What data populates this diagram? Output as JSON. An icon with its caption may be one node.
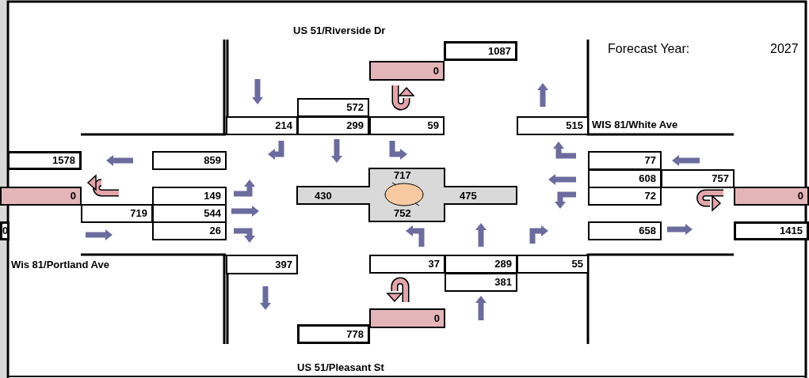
{
  "diagram": {
    "labels": [
      "US 51/Riverside Dr",
      "1087",
      "Forecast Year:",
      "2027",
      "0",
      "572",
      "214",
      "299",
      "59",
      "515",
      "WIS 81/White Ave",
      "1578",
      "859",
      "77",
      "717",
      "608",
      "757",
      "0",
      "149",
      "430",
      "475",
      "72",
      "0",
      "719",
      "544",
      "752",
      "0",
      "26",
      "658",
      "1415",
      "Wis 81/Portland Ave",
      "397",
      "37",
      "289",
      "55",
      "381",
      "0",
      "778",
      "US 51/Pleasant St"
    ]
  }
}
